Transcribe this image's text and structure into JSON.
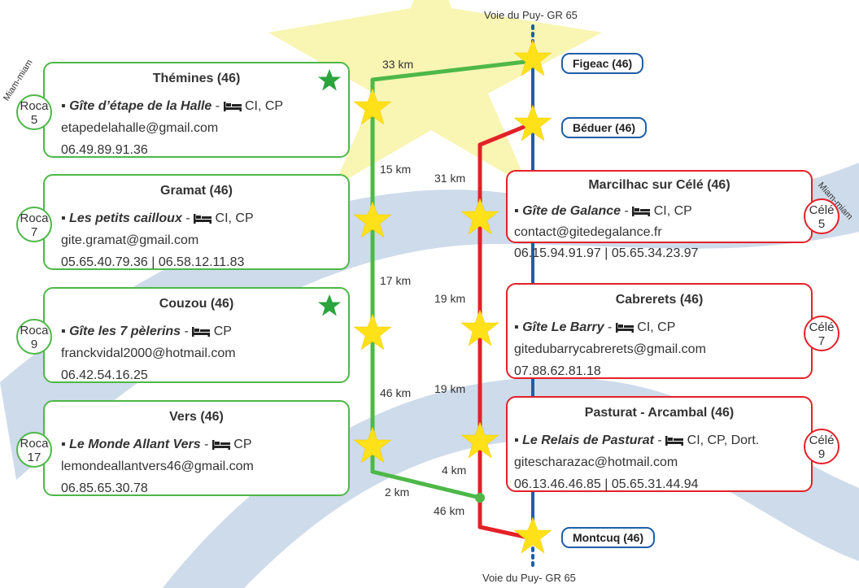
{
  "route_label_top": "Voie du Puy- GR 65",
  "route_label_bottom": "Voie du Puy- GR 65",
  "miam_left": "Miam-miam",
  "miam_right": "Miam-miam",
  "towns_right": [
    "Figeac (46)",
    "Béduer (46)",
    "Montcuq (46)"
  ],
  "distances": {
    "green_top": "33 km",
    "green_1": "15 km",
    "green_2": "17 km",
    "green_3": "46 km",
    "green_bottom": "2 km",
    "red_1": "31 km",
    "red_2": "19 km",
    "red_3": "19 km",
    "red_4": "4 km",
    "red_bottom": "46 km"
  },
  "left_cards": [
    {
      "title": "Thémines (46)",
      "name": "Gîte d’étape de la Halle",
      "amenities": " CI, CP",
      "email": "etapedelahalle@gmail.com",
      "phone": "06.49.89.91.36",
      "badge_top": "Roca",
      "badge_num": "5"
    },
    {
      "title": "Gramat (46)",
      "name": "Les petits cailloux",
      "amenities": " CI, CP",
      "email": "gite.gramat@gmail.com",
      "phone": "05.65.40.79.36 | 06.58.12.11.83",
      "badge_top": "Roca",
      "badge_num": "7"
    },
    {
      "title": "Couzou (46)",
      "name": "Gîte les 7 pèlerins",
      "amenities": " CP",
      "email": "franckvidal2000@hotmail.com",
      "phone": "06.42.54.16.25",
      "badge_top": "Roca",
      "badge_num": "9"
    },
    {
      "title": "Vers (46)",
      "name": "Le Monde Allant Vers",
      "amenities": " CP",
      "email": "lemondeallantvers46@gmail.com",
      "phone": "06.85.65.30.78",
      "badge_top": "Roca",
      "badge_num": "17"
    }
  ],
  "right_cards": [
    {
      "title": "Marcilhac sur Célé (46)",
      "name": "Gîte de Galance",
      "amenities": " CI, CP",
      "email": "contact@gitedegalance.fr",
      "phone": "06.15.94.91.97 | 05.65.34.23.97",
      "badge_top": "Célé",
      "badge_num": "5"
    },
    {
      "title": "Cabrerets (46)",
      "name": "Gîte Le Barry",
      "amenities": " CI, CP",
      "email": "gitedubarrycabrerets@gmail.com",
      "phone": "07.88.62.81.18",
      "badge_top": "Célé",
      "badge_num": "7"
    },
    {
      "title": "Pasturat - Arcambal (46)",
      "name": "Le Relais de Pasturat",
      "amenities": " CI, CP, Dort.",
      "email": "gitescharazac@hotmail.com",
      "phone": "06.13.46.46.85 | 05.65.31.44.94",
      "badge_top": "Célé",
      "badge_num": "9"
    }
  ],
  "colors": {
    "green": "#4db848",
    "red": "#e32128",
    "blue": "#1f5ea8",
    "star": "#ffe11a",
    "swoosh": "#c5d5e8"
  }
}
